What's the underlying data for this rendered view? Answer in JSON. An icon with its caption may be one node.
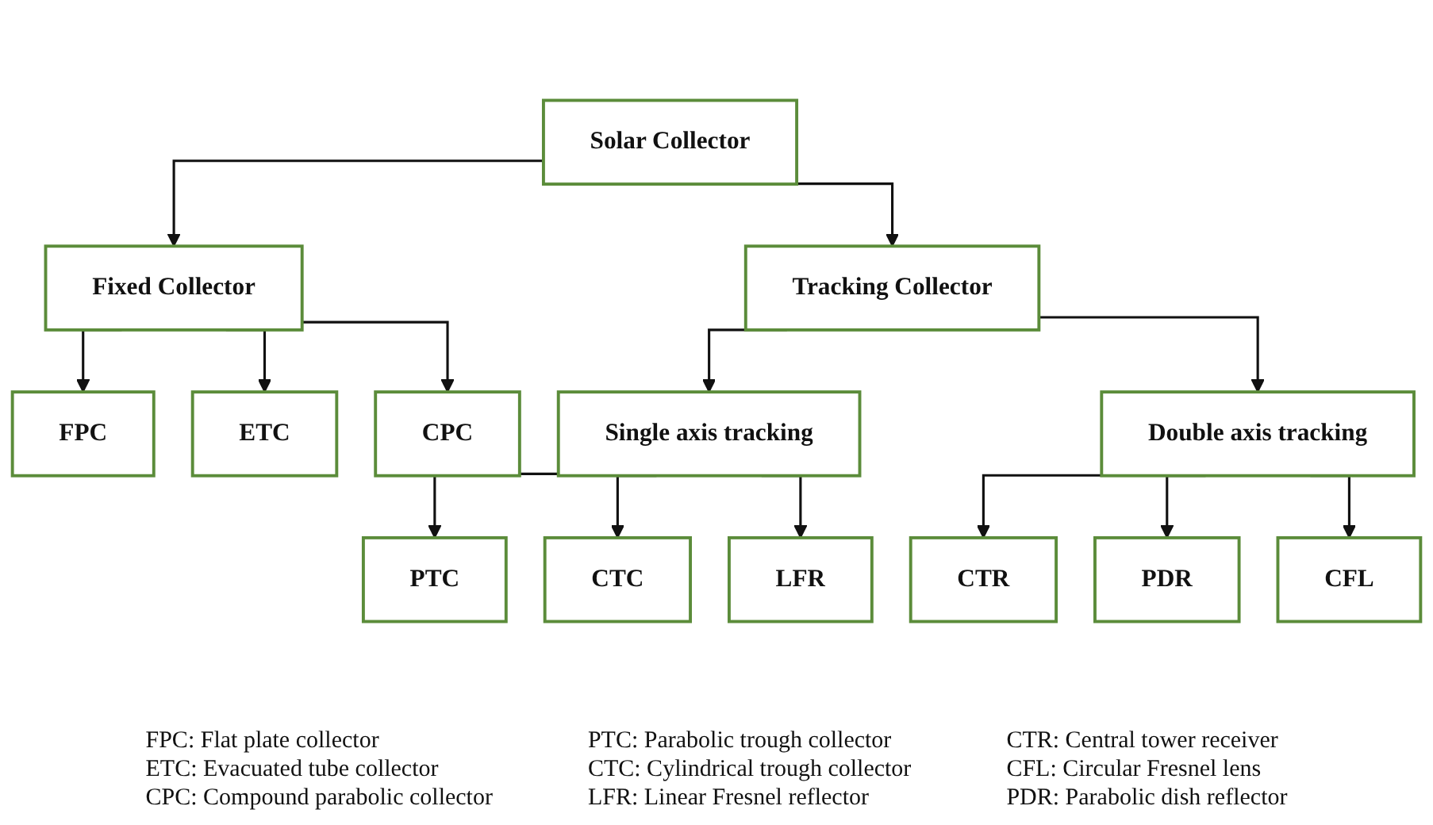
{
  "diagram": {
    "nodes": [
      {
        "text": [
          "Solar Collector"
        ]
      },
      {
        "text": [
          "Fixed Collector"
        ]
      },
      {
        "text": [
          "Tracking Collector"
        ]
      },
      {
        "text": [
          "FPC"
        ]
      },
      {
        "text": [
          "ETC"
        ]
      },
      {
        "text": [
          "CPC"
        ]
      },
      {
        "text": [
          "Single axis tracking"
        ]
      },
      {
        "text": [
          "Double axis tracking"
        ]
      },
      {
        "text": [
          "PTC"
        ]
      },
      {
        "text": [
          "CTC"
        ]
      },
      {
        "text": [
          "LFR"
        ]
      },
      {
        "text": [
          "CTR"
        ]
      },
      {
        "text": [
          "PDR"
        ]
      },
      {
        "text": [
          "CFL"
        ]
      }
    ],
    "edges": [
      {
        "from": 0,
        "to": 1,
        "arrow": "to"
      },
      {
        "from": 0,
        "to": 2,
        "arrow": "to"
      },
      {
        "from": 1,
        "to": 3,
        "arrow": "to"
      },
      {
        "from": 1,
        "to": 4,
        "arrow": "to"
      },
      {
        "from": 1,
        "to": 5,
        "arrow": "to"
      },
      {
        "from": 2,
        "to": 6,
        "arrow": "to"
      },
      {
        "from": 2,
        "to": 7,
        "arrow": "to"
      },
      {
        "from": 6,
        "to": 8,
        "arrow": "to"
      },
      {
        "from": 6,
        "to": 9,
        "arrow": "to"
      },
      {
        "from": 6,
        "to": 10,
        "arrow": "to"
      },
      {
        "from": 7,
        "to": 11,
        "arrow": "to"
      },
      {
        "from": 7,
        "to": 12,
        "arrow": "to"
      },
      {
        "from": 7,
        "to": 13,
        "arrow": "to"
      }
    ],
    "labels": [
      "FPC: Flat plate collector",
      "ETC: Evacuated tube collector",
      "CPC: Compound parabolic collector",
      "PTC: Parabolic trough collector",
      "CTC: Cylindrical trough collector",
      "LFR: Linear Fresnel reflector",
      "CTR: Central tower receiver",
      "CFL: Circular Fresnel lens",
      "PDR: Parabolic dish reflector"
    ]
  }
}
